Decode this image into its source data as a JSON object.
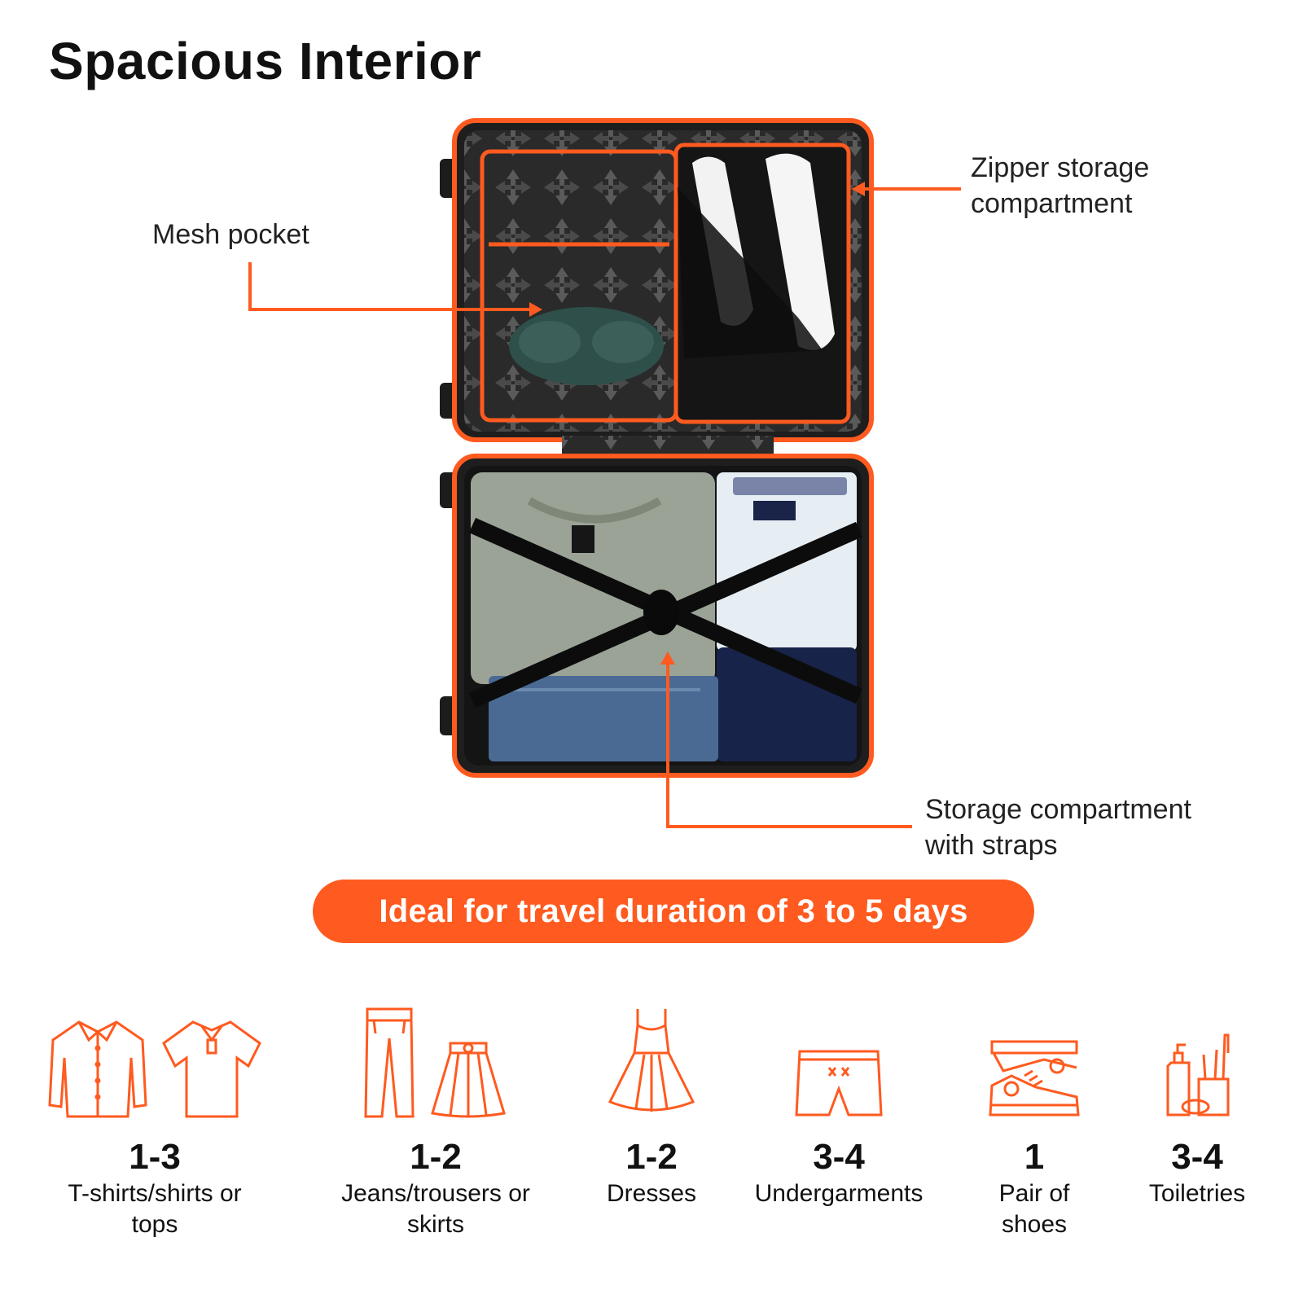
{
  "title": "Spacious Interior",
  "callouts": {
    "mesh_pocket": "Mesh pocket",
    "zipper_line1": "Zipper storage",
    "zipper_line2": "compartment",
    "straps_line1": "Storage compartment",
    "straps_line2": "with straps"
  },
  "banner": "Ideal for travel duration of 3 to 5 days",
  "colors": {
    "accent": "#ff5a1f",
    "lining": "#2b2b2b",
    "text": "#111111"
  },
  "items": [
    {
      "icon": "shirt-icon",
      "count": "1-3",
      "label_line1": "T-shirts/shirts or",
      "label_line2": "tops"
    },
    {
      "icon": "trousers-icon",
      "count": "1-2",
      "label_line1": "Jeans/trousers or",
      "label_line2": "skirts"
    },
    {
      "icon": "dress-icon",
      "count": "1-2",
      "label_line1": "Dresses",
      "label_line2": ""
    },
    {
      "icon": "shorts-icon",
      "count": "3-4",
      "label_line1": "Undergarments",
      "label_line2": ""
    },
    {
      "icon": "sneaker-icon",
      "count": "1",
      "label_line1": "Pair of",
      "label_line2": "shoes"
    },
    {
      "icon": "toiletries-icon",
      "count": "3-4",
      "label_line1": "Toiletries",
      "label_line2": ""
    }
  ]
}
